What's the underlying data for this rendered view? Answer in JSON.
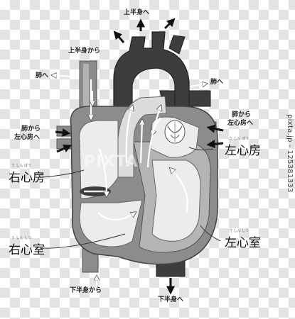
{
  "labels": {
    "upper_body_to": "上半身へ",
    "from_upper_body": "上半身から",
    "to_lungs_left": "肺へ",
    "to_lungs_right": "肺へ",
    "from_lungs_left_1": "肺から",
    "from_lungs_left_2": "左心房へ",
    "from_lungs_right_1": "肺から",
    "from_lungs_right_2": "左心房へ",
    "right_atrium": "右心房",
    "right_ventricle": "右心室",
    "left_atrium": "左心房",
    "left_ventricle": "左心室",
    "from_lower_body": "下半身から",
    "lower_body_to": "下半身へ"
  },
  "furigana": {
    "right_atrium": "う しん ぼう",
    "right_ventricle": "う しん しつ",
    "left_atrium": "さ しん ぼう",
    "left_ventricle": "さ しん しつ"
  },
  "watermark": "pixta.jp - 125381333",
  "watermark_center": "PIXTA",
  "colors": {
    "dark": "#3d3d3d",
    "mid": "#8c8c8c",
    "light": "#cfcfcf",
    "pale": "#ececec",
    "arrow": "#111111"
  }
}
